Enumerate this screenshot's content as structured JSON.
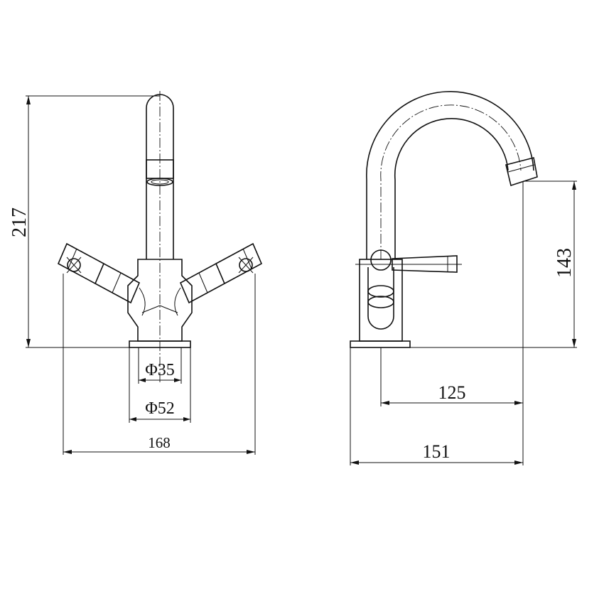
{
  "front_view": {
    "height_dim": "217",
    "inner_base_dia": "Φ35",
    "outer_base_dia": "Φ52",
    "overall_width": "168"
  },
  "side_view": {
    "spout_height": "143",
    "spout_reach": "125",
    "overall_depth": "151"
  }
}
